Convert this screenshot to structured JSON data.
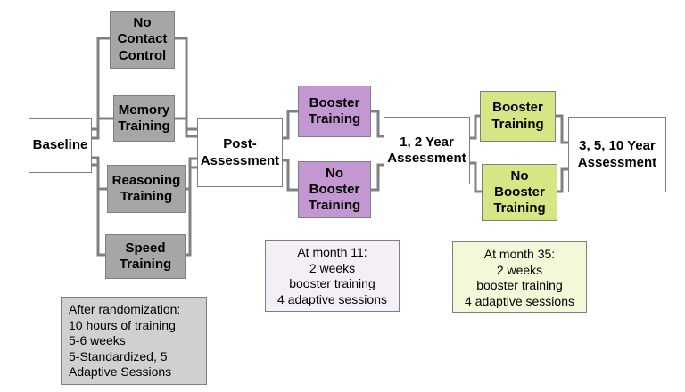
{
  "boxes": {
    "baseline": "Baseline",
    "no_contact": [
      "No",
      "Contact",
      "Control"
    ],
    "memory": [
      "Memory",
      "Training"
    ],
    "reasoning": [
      "Reasoning",
      "Training"
    ],
    "speed": [
      "Speed",
      "Training"
    ],
    "post_assessment": [
      "Post-",
      "Assessment"
    ],
    "booster1": [
      "Booster",
      "Training"
    ],
    "no_booster1": [
      "No",
      "Booster",
      "Training"
    ],
    "year12": [
      "1, 2 Year",
      "Assessment"
    ],
    "booster2": [
      "Booster",
      "Training"
    ],
    "no_booster2": [
      "No",
      "Booster",
      "Training"
    ],
    "year3510": [
      "3, 5, 10 Year",
      "Assessment"
    ]
  },
  "notes": {
    "month11": [
      "At month 11:",
      "2 weeks",
      "booster training",
      "4 adaptive sessions"
    ],
    "month35": [
      "At month 35:",
      "2 weeks",
      "booster training",
      "4 adaptive sessions"
    ],
    "randomization": [
      "After randomization:",
      "10 hours of training",
      "5-6 weeks",
      "5-Standardized, 5",
      "Adaptive Sessions"
    ]
  },
  "colors": {
    "control_box": "#a6a6a6",
    "booster_first": "#c397d1",
    "booster_second": "#d6e685",
    "connector": "#808080"
  }
}
